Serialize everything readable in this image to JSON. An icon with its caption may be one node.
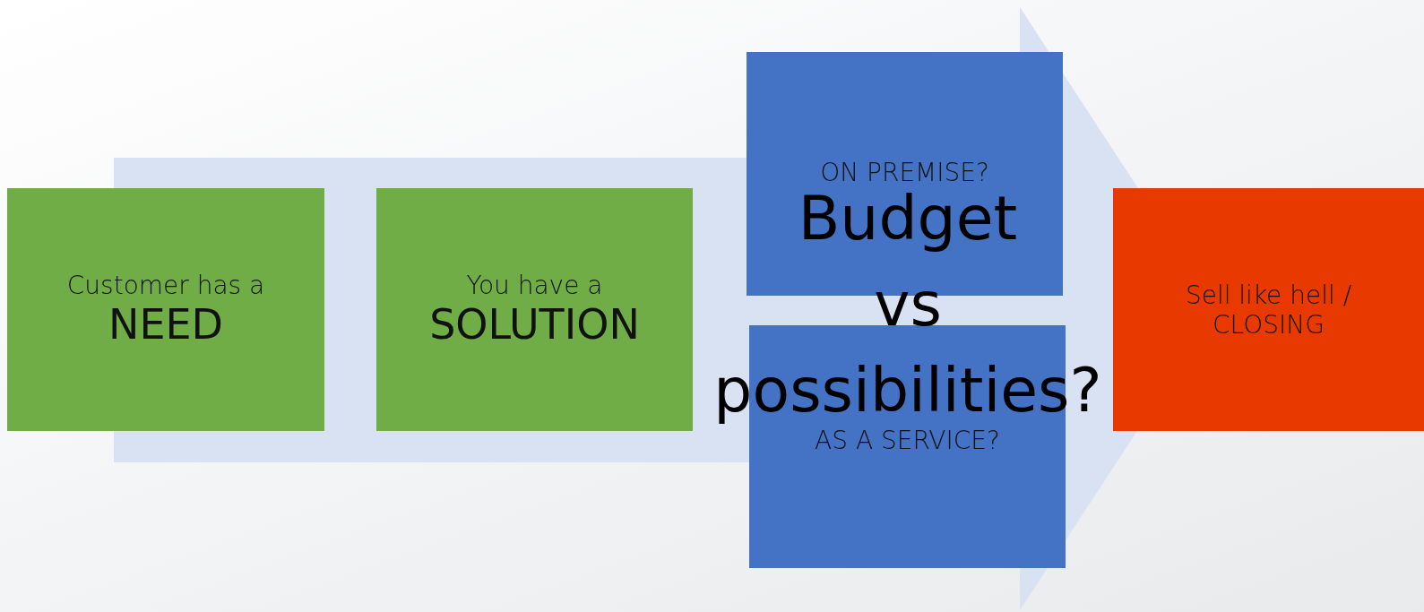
{
  "diagram": {
    "nodes": [
      {
        "text": [
          "Customer has a",
          "NEED"
        ]
      },
      {
        "text": [
          "You have a",
          "SOLUTION"
        ]
      },
      {
        "text": [
          "ON PREMISE?"
        ]
      },
      {
        "text": [
          "AS A SERVICE?"
        ]
      },
      {
        "text": [
          "Sell like hell / CLOSING"
        ]
      }
    ],
    "edges": [
      {
        "from": 0,
        "to": 4,
        "arrow": "to"
      }
    ],
    "labels": [
      "Budget vs possibilities?"
    ]
  }
}
